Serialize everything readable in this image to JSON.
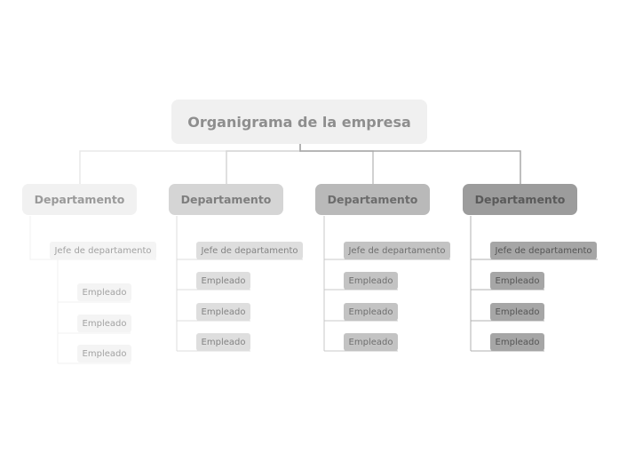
{
  "chart_data": {
    "type": "org-chart",
    "title": "Organigrama de la empresa",
    "departments": [
      {
        "label": "Departamento",
        "head": "Jefe de departamento",
        "employees": [
          "Empleado",
          "Empleado",
          "Empleado"
        ]
      },
      {
        "label": "Departamento",
        "head": "Jefe de departamento",
        "employees": [
          "Empleado",
          "Empleado",
          "Empleado"
        ]
      },
      {
        "label": "Departamento",
        "head": "Jefe de departamento",
        "employees": [
          "Empleado",
          "Empleado",
          "Empleado"
        ]
      },
      {
        "label": "Departamento",
        "head": "Jefe de departamento",
        "employees": [
          "Empleado",
          "Empleado",
          "Empleado"
        ]
      }
    ],
    "colors": {
      "dept": [
        "#f1f1f1",
        "#d5d5d5",
        "#b9b9b9",
        "#9c9c9c"
      ],
      "sub": [
        "#f4f4f4",
        "#dedede",
        "#c3c3c3",
        "#a6a6a6"
      ],
      "lines": [
        "#e8e8e8",
        "#d0d0d0",
        "#bcbcbc",
        "#a2a2a2"
      ]
    }
  }
}
